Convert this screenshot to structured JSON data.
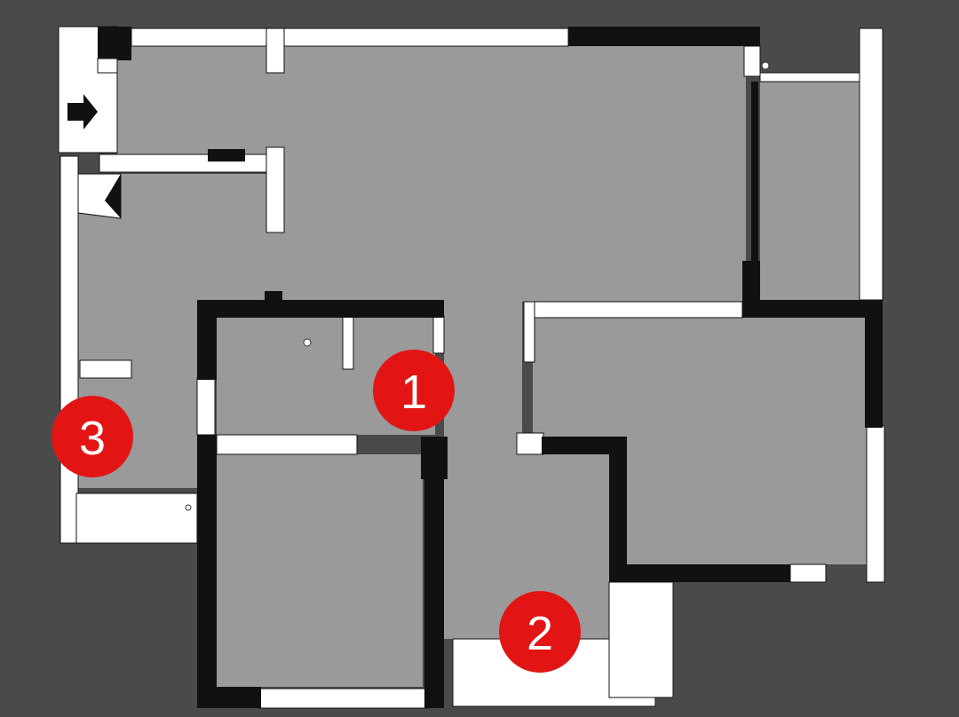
{
  "plan": {
    "background_color": "#4a4a4a",
    "floor_color": "#9a9a9a",
    "wall_color": "#111111",
    "window_color": "#ffffff",
    "marker_color": "#e31414",
    "markers": [
      {
        "label": "1"
      },
      {
        "label": "2"
      },
      {
        "label": "3"
      }
    ],
    "entrance_icon": "arrow-right-icon"
  }
}
